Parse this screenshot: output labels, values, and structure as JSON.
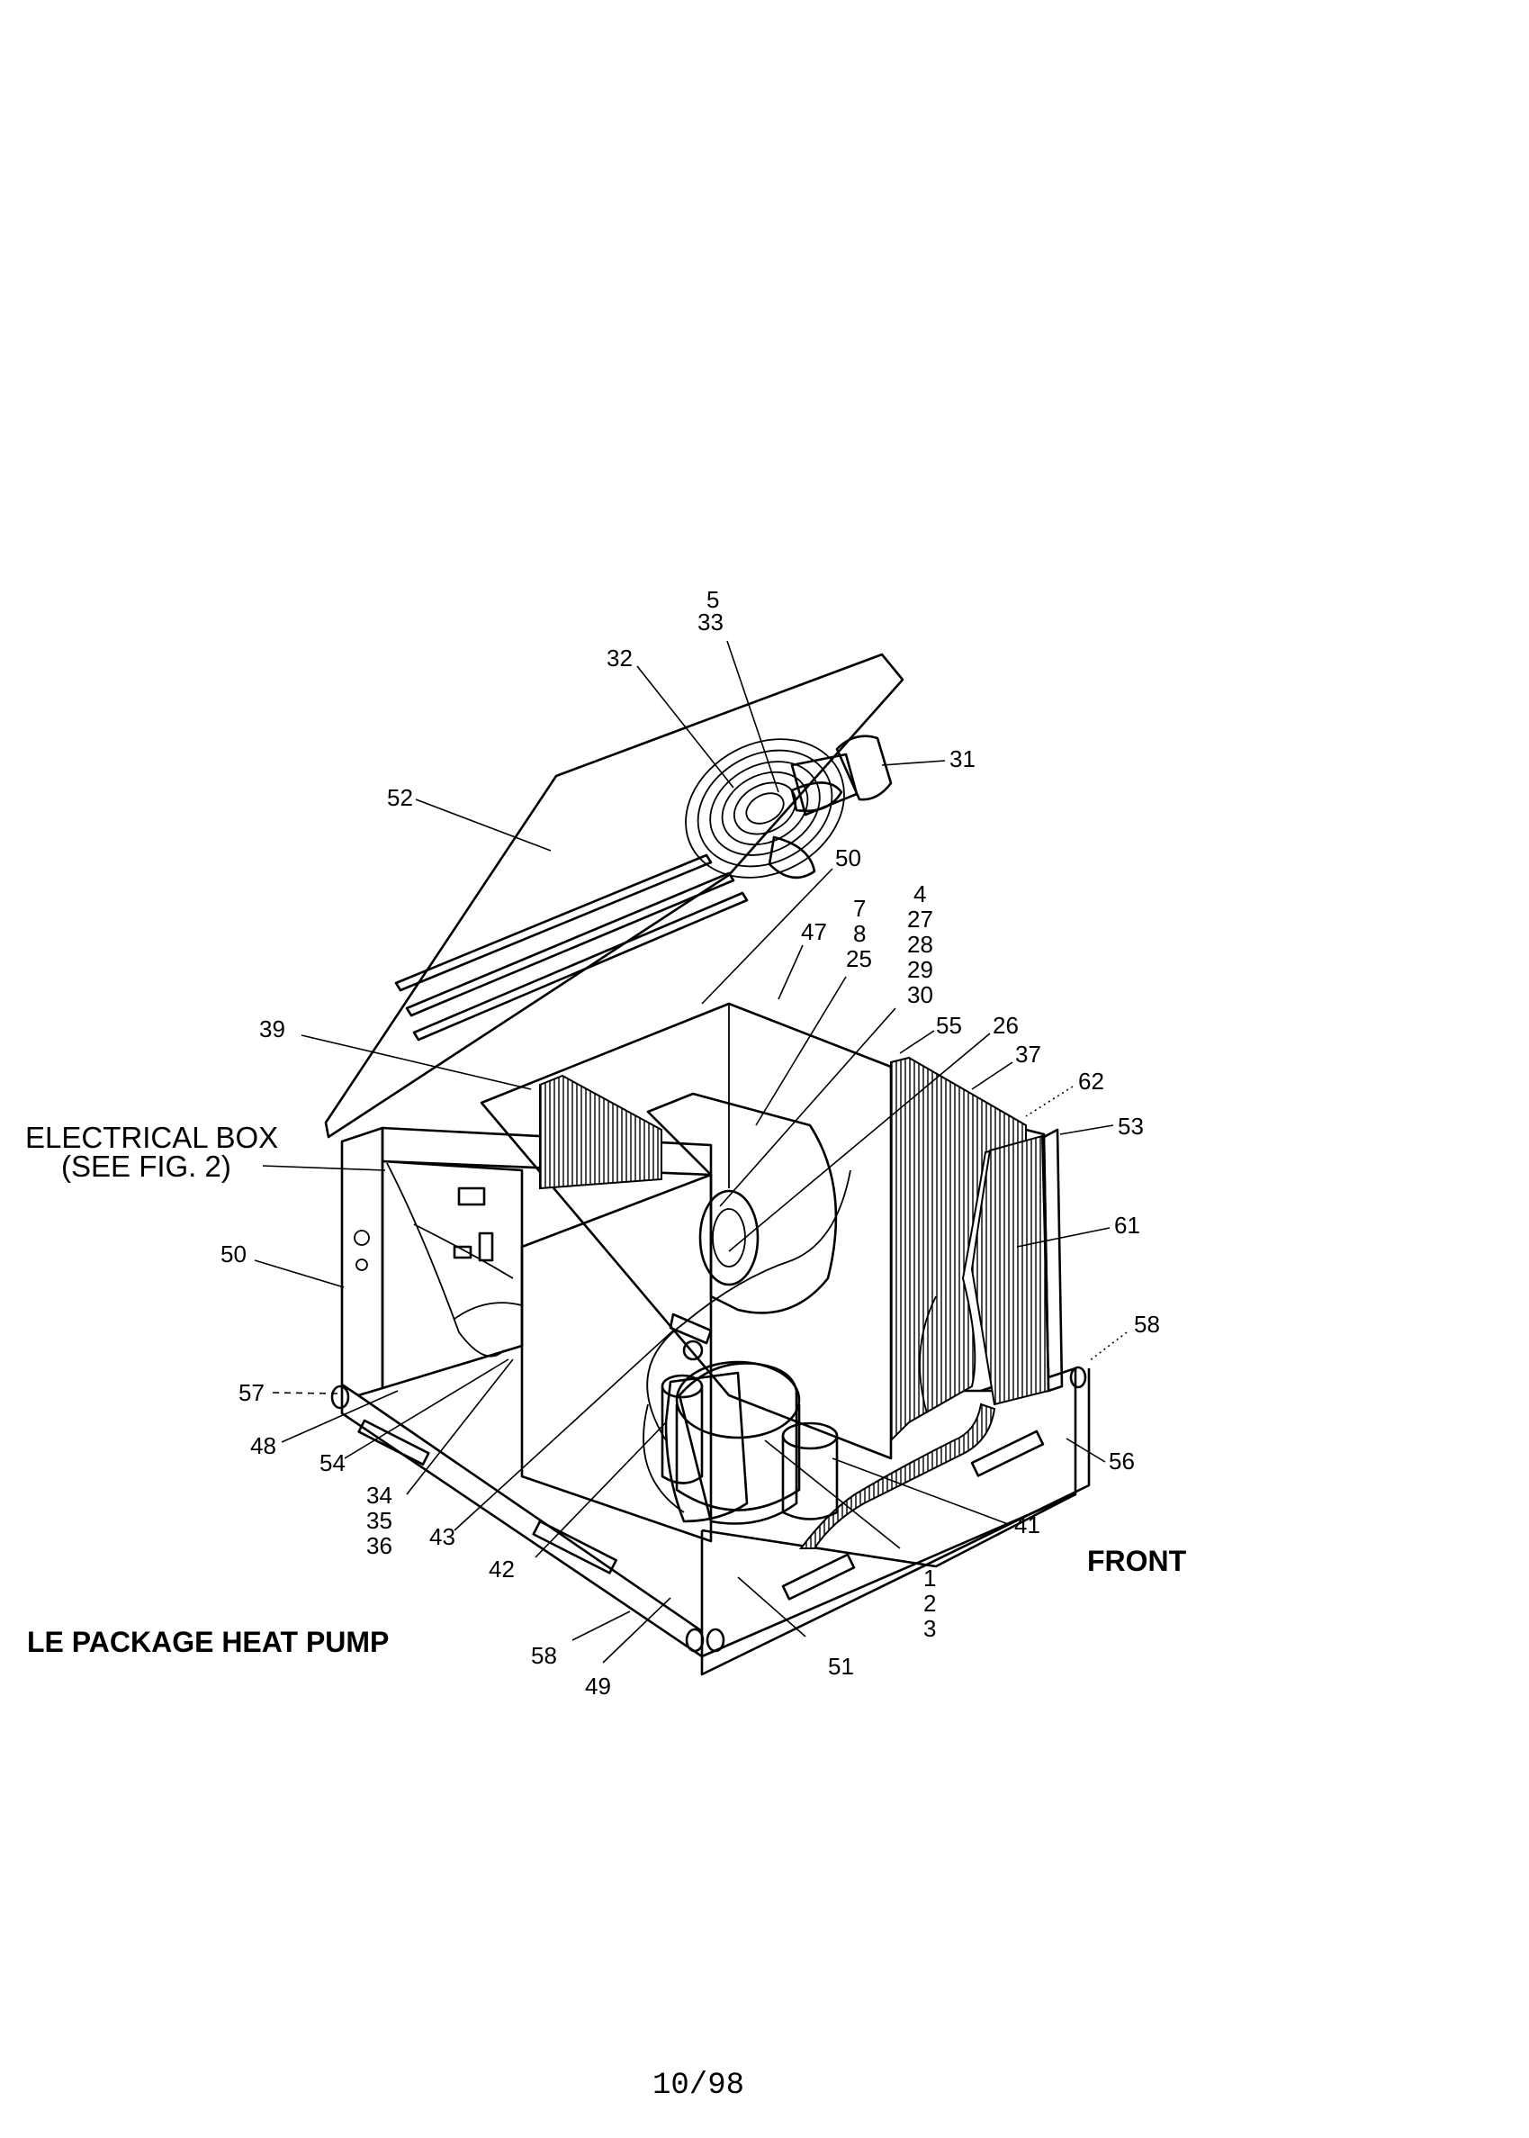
{
  "title": "LE PACKAGE HEAT PUMP",
  "orientation_label": "FRONT",
  "electrical_box": {
    "line1": "ELECTRICAL BOX",
    "line2": "(SEE FIG. 2)"
  },
  "footer": "10/98",
  "callouts": {
    "c5": "5",
    "c33": "33",
    "c32": "32",
    "c31": "31",
    "c52": "52",
    "c50_top": "50",
    "c47": "47",
    "c7": "7",
    "c8": "8",
    "c25": "25",
    "c4": "4",
    "c27": "27",
    "c28": "28",
    "c29": "29",
    "c30": "30",
    "c55": "55",
    "c26": "26",
    "c37": "37",
    "c62": "62",
    "c53": "53",
    "c39": "39",
    "c61": "61",
    "c50_left": "50",
    "c58_right": "58",
    "c57": "57",
    "c48": "48",
    "c54": "54",
    "c56": "56",
    "c34": "34",
    "c35": "35",
    "c36": "36",
    "c43": "43",
    "c42": "42",
    "c41": "41",
    "c1": "1",
    "c2": "2",
    "c3": "3",
    "c58_bottom": "58",
    "c49": "49",
    "c51": "51"
  }
}
